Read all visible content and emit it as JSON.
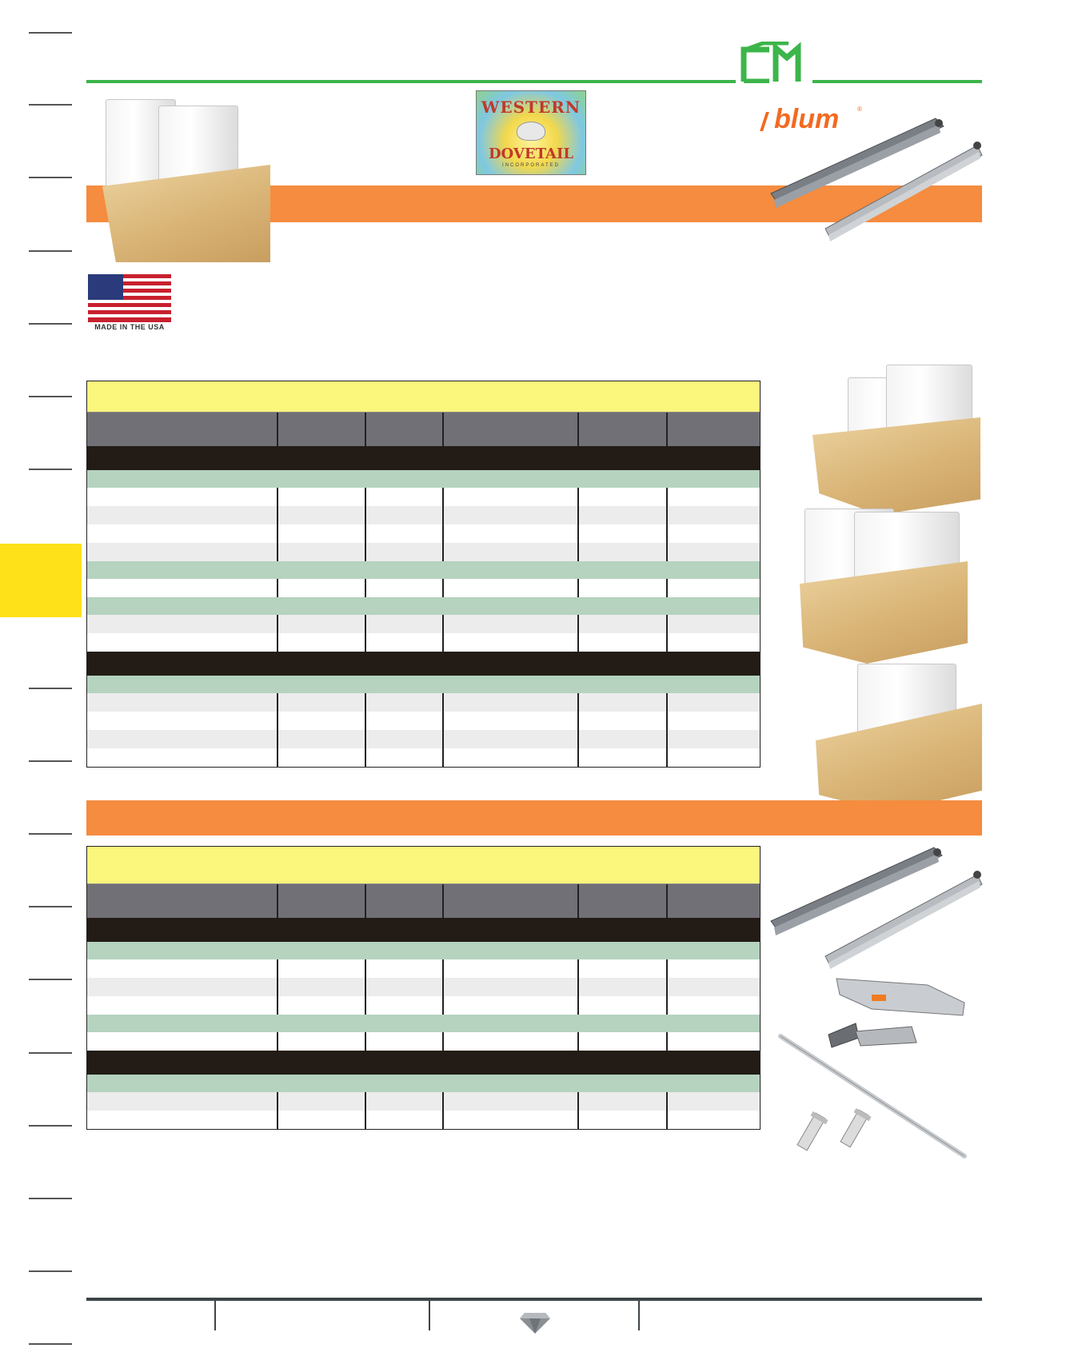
{
  "brand": {
    "logo_text": "CM",
    "accent_green": "#3cb54a",
    "orange": "#f58c3f",
    "yellow": "#fbf67c",
    "section_tab_color": "#ffe11a"
  },
  "logos": {
    "western_dovetail": {
      "line1": "WESTERN",
      "line2": "DOVETAIL",
      "line3": "INCORPORATED"
    },
    "blum": {
      "text": "blum",
      "mark": "®"
    }
  },
  "flag": {
    "caption": "MADE IN THE USA"
  },
  "table1": {
    "rows": [
      "header",
      "section",
      "sub",
      "w",
      "g",
      "w",
      "g",
      "sub",
      "w",
      "sub",
      "g",
      "w",
      "section",
      "sub",
      "g",
      "w",
      "g",
      "w"
    ]
  },
  "table2": {
    "rows": [
      "header",
      "section",
      "sub",
      "w",
      "g",
      "w",
      "sub",
      "w",
      "section",
      "sub",
      "g",
      "w"
    ]
  },
  "footer": {
    "icon": "diamond-icon"
  }
}
